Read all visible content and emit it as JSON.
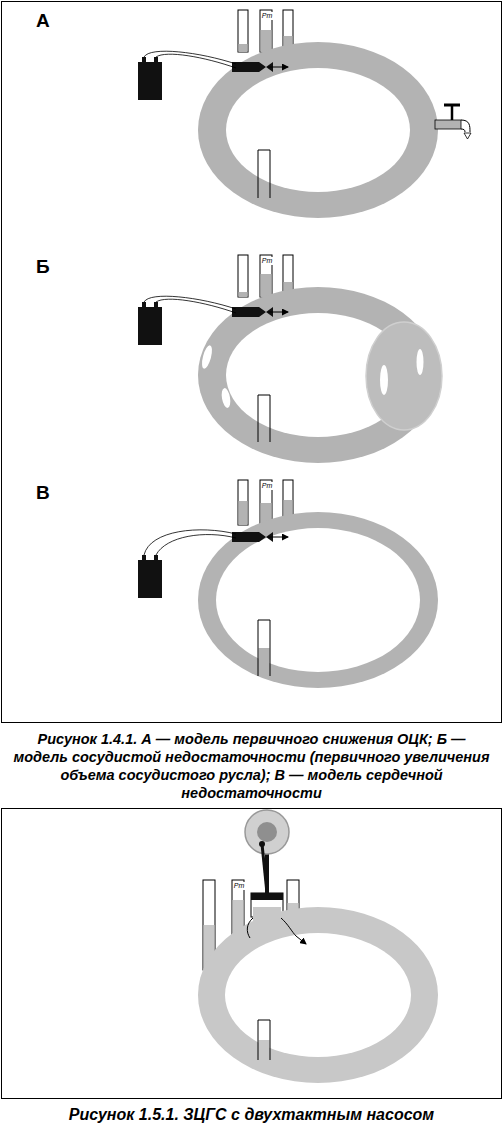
{
  "diagram": {
    "labels": [
      "А",
      "Pт",
      "Б",
      "Pт",
      "В",
      "Pт",
      "Рисунок 1.4.1. А — модель первичного снижения ОЦК; Б — модель сосудистой недостаточности (первичного увеличения объема сосудистого русла); В — модель сердечной недостаточности",
      "Pт",
      "Рисунок 1.5.1. ЗЦГС с двухтактным насосом"
    ]
  }
}
